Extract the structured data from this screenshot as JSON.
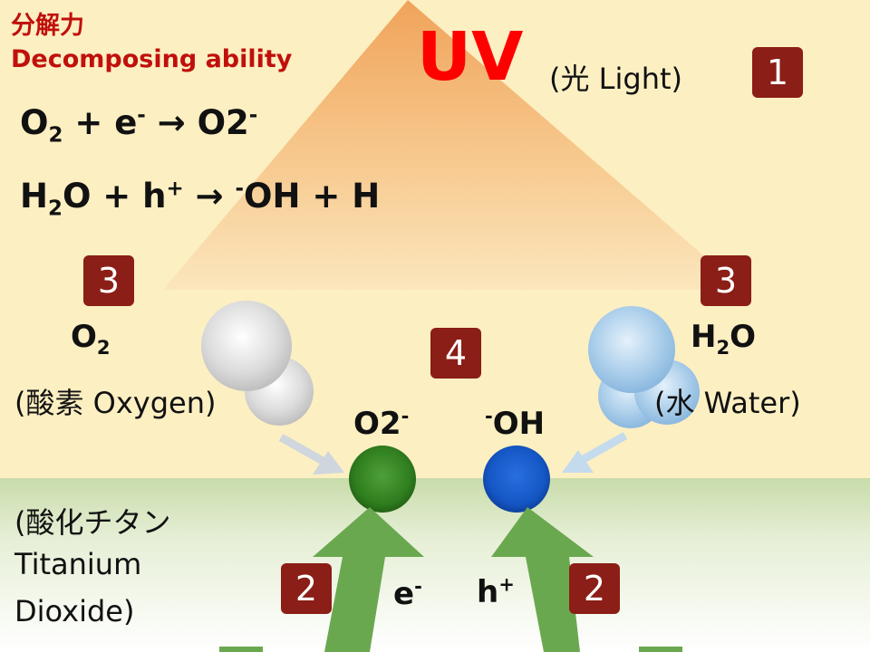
{
  "heading": {
    "jp": "分解力",
    "en": "Decomposing ability"
  },
  "uv": {
    "label": "UV",
    "caption": "(光 Light)"
  },
  "equations": [
    {
      "a": "O",
      "a_sub": "2",
      "b": " + e",
      "b_sup": "-",
      "c": " → O2",
      "c_sup": "-"
    },
    {
      "a": "H",
      "a_sub": "2",
      "b": "O + h",
      "b_sup": "+",
      "c": " → ",
      "c_sup": "-",
      "d": "OH + H"
    }
  ],
  "oxygen": {
    "formula": "O",
    "sub": "2",
    "caption": "(酸素 Oxygen)"
  },
  "water": {
    "formula_a": "H",
    "sub": "2",
    "formula_b": "O",
    "caption": "(水 Water)"
  },
  "ions": {
    "superoxide": "O2",
    "superoxide_sup": "-",
    "hydroxyl_sup": "-",
    "hydroxyl": "OH"
  },
  "carriers": {
    "electron": "e",
    "electron_sup": "-",
    "hole": "h",
    "hole_sup": "+"
  },
  "substrate": {
    "line1": "(酸化チタン",
    "line2": "Titanium",
    "line3": "Dioxide)"
  },
  "badges": {
    "light": "1",
    "carrier_left": "2",
    "carrier_right": "2",
    "molecule_left": "3",
    "molecule_right": "3",
    "reaction": "4"
  },
  "colors": {
    "heading": "#c0100c",
    "uv": "#ff0000",
    "badge": "#8b1e16",
    "arrow": "#6aa84f",
    "light_cone": "#f1a95c",
    "superoxide": "#2f7d1e",
    "hydroxyl": "#1456c4",
    "background": "#fcefc2",
    "substrate": "#e8f0d6"
  }
}
